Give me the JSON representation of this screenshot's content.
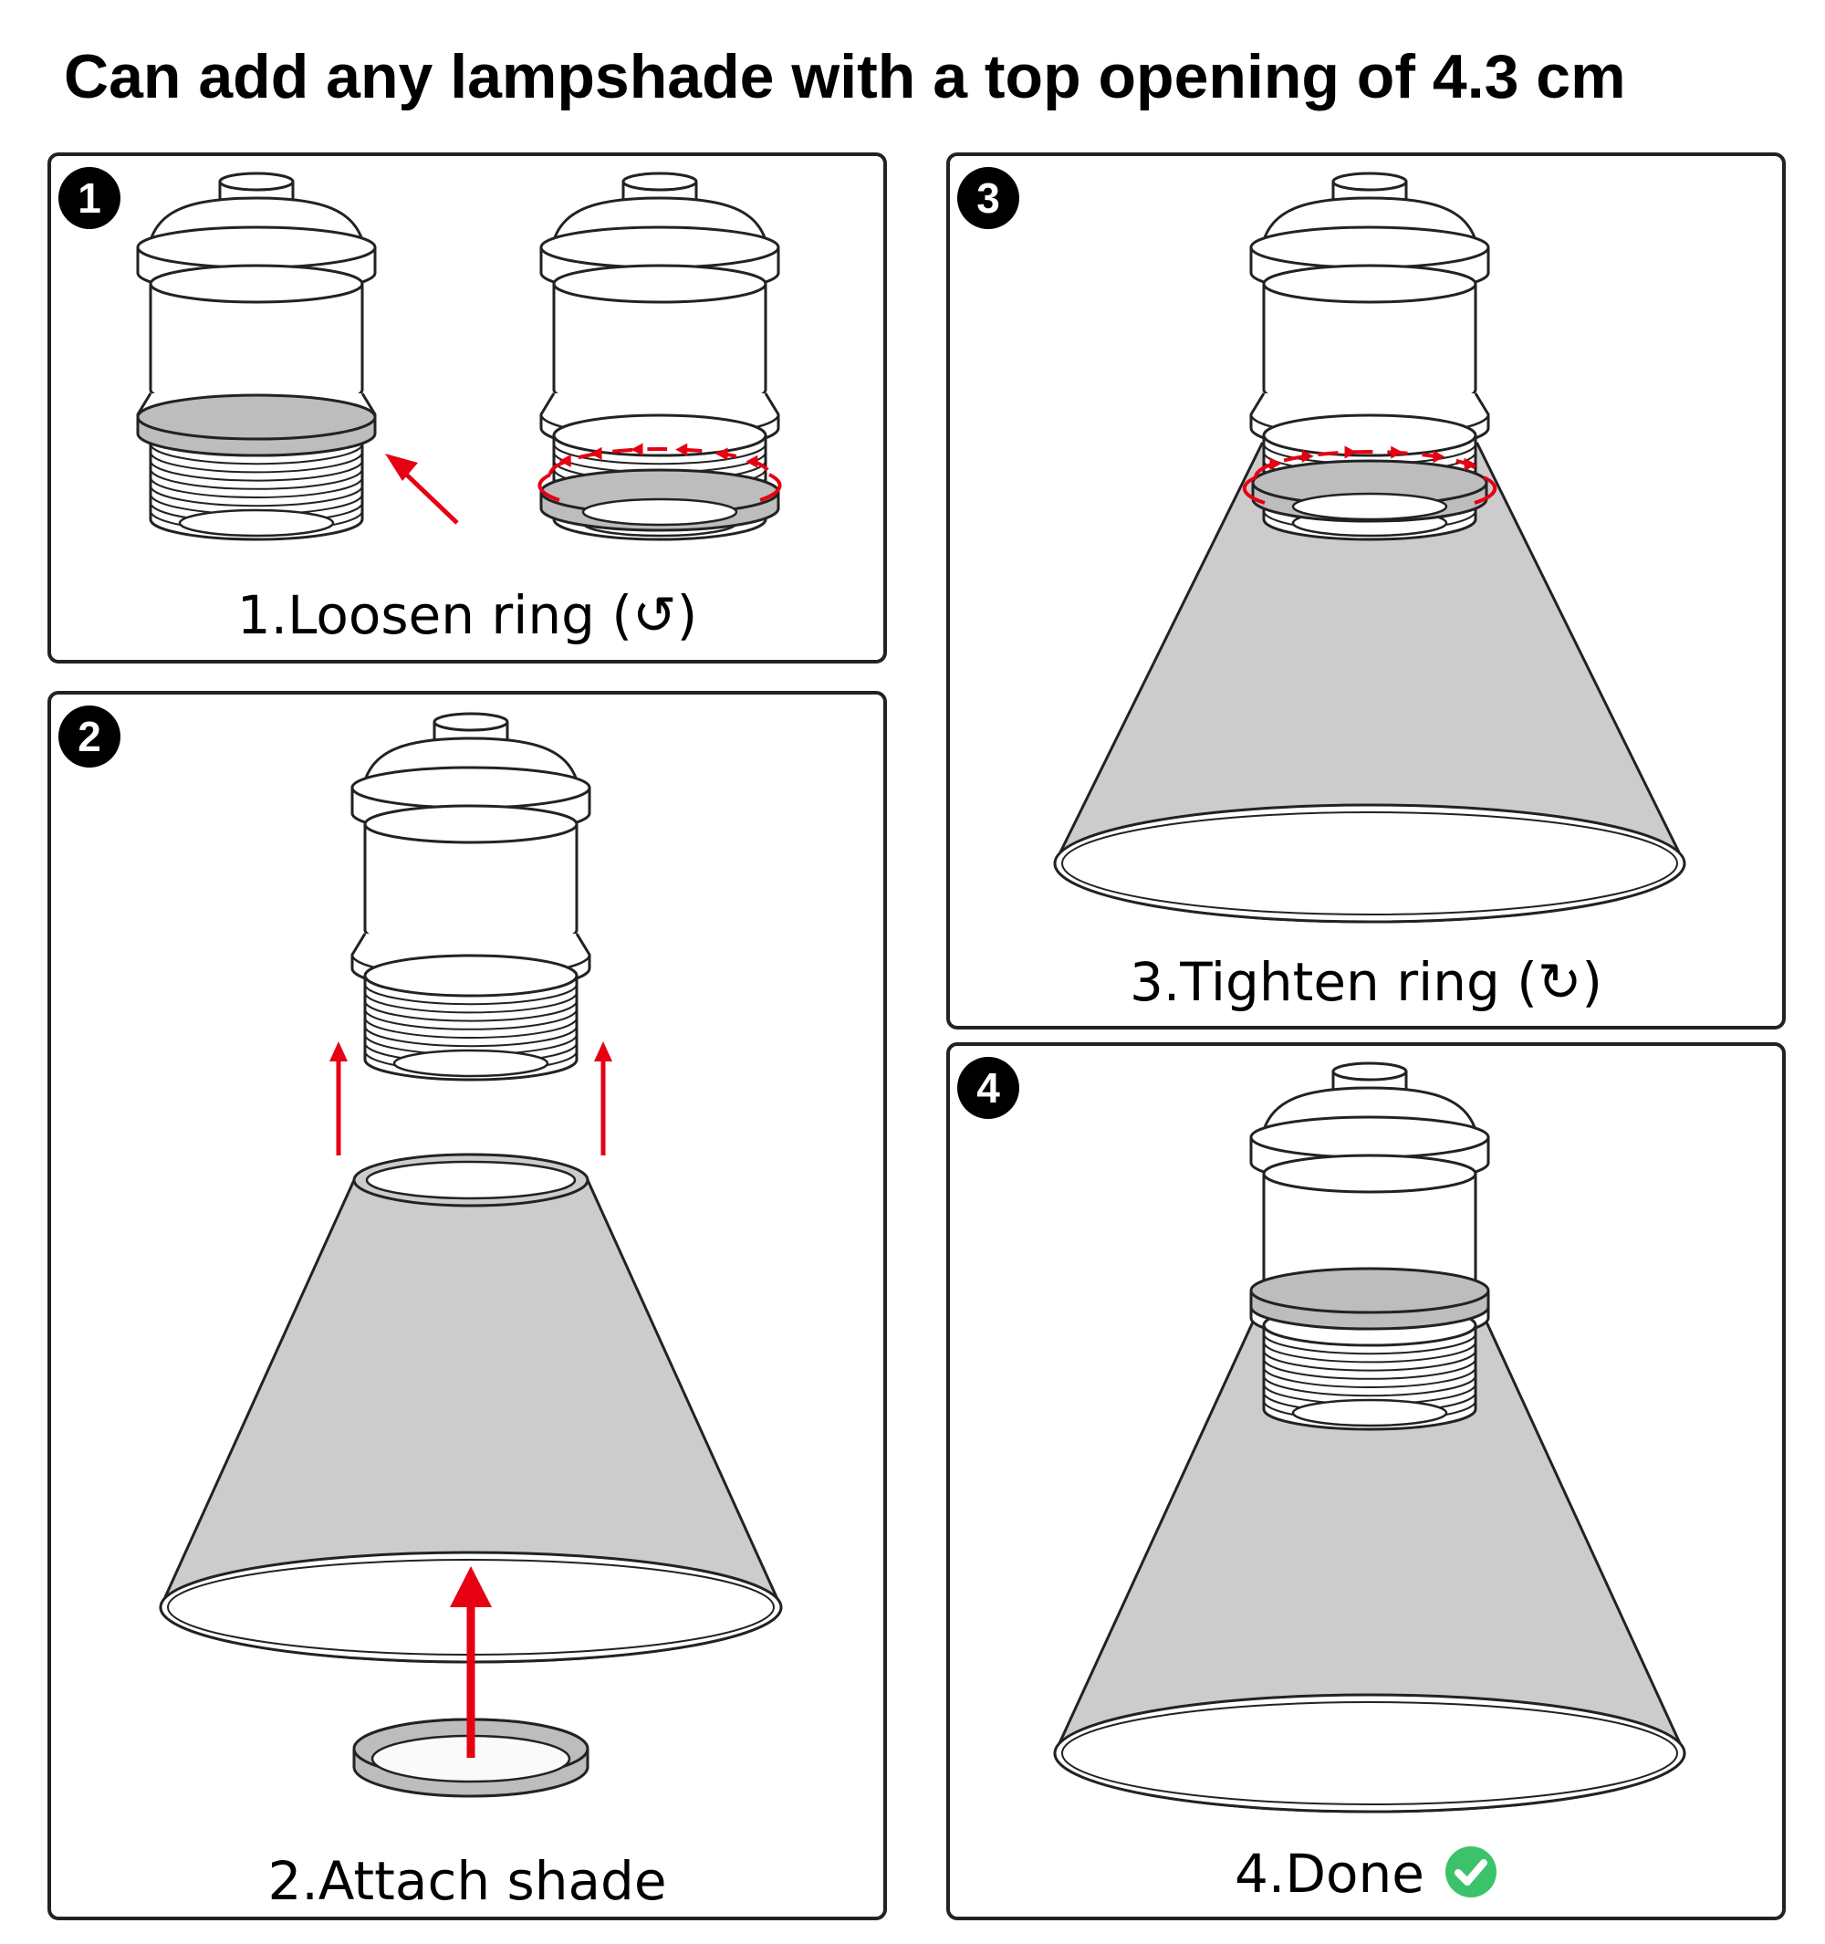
{
  "headline": "Can add any lampshade with a top opening of 4.3 cm",
  "colors": {
    "outline": "#222222",
    "shade_fill": "#cccccc",
    "ring_fill": "#bdbdbd",
    "arrow": "#e60012",
    "check": "#3cc36a"
  },
  "steps": [
    {
      "number": "1",
      "caption": "1.Loosen ring (↺)"
    },
    {
      "number": "2",
      "caption": "2.Attach shade"
    },
    {
      "number": "3",
      "caption": "3.Tighten ring (↻)"
    },
    {
      "number": "4",
      "caption": "4.Done",
      "icon": "check-circle-icon"
    }
  ]
}
